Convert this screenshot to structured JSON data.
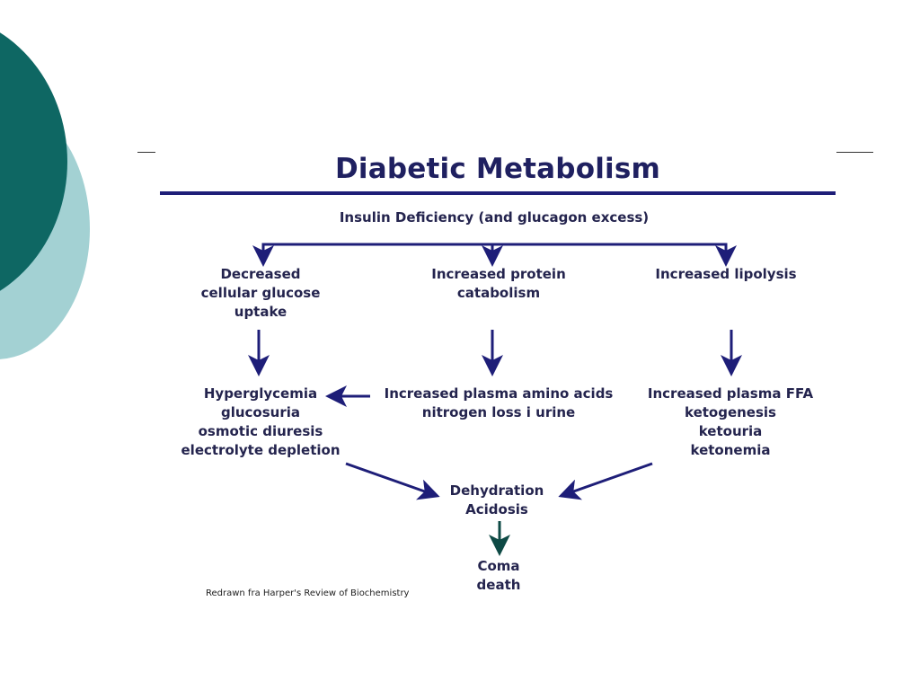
{
  "diagram": {
    "title": "Diabetic Metabolism",
    "root": "Insulin Deficiency (and glucagon excess)",
    "branches": [
      [
        "Decreased",
        "cellular glucose",
        "uptake"
      ],
      [
        "Increased protein",
        "catabolism"
      ],
      [
        "Increased lipolysis"
      ]
    ],
    "effects": [
      [
        "Hyperglycemia",
        "glucosuria",
        "osmotic diuresis",
        "electrolyte depletion"
      ],
      [
        "Increased plasma amino acids",
        "nitrogen loss i urine"
      ],
      [
        "Increased plasma FFA",
        "ketogenesis",
        "ketouria",
        "ketonemia"
      ]
    ],
    "convergence": [
      "Dehydration",
      "Acidosis"
    ],
    "outcome": [
      "Coma",
      "death"
    ],
    "credit": "Redrawn fra Harper's Review of Biochemistry"
  },
  "colors": {
    "arrow_blue": "#1e1e78",
    "arrow_dark_green": "#0e4a45",
    "title_text": "#1f2060",
    "node_text": "#24244e",
    "deco_dark": "#0e6763",
    "deco_light": "#a3d1d3"
  }
}
